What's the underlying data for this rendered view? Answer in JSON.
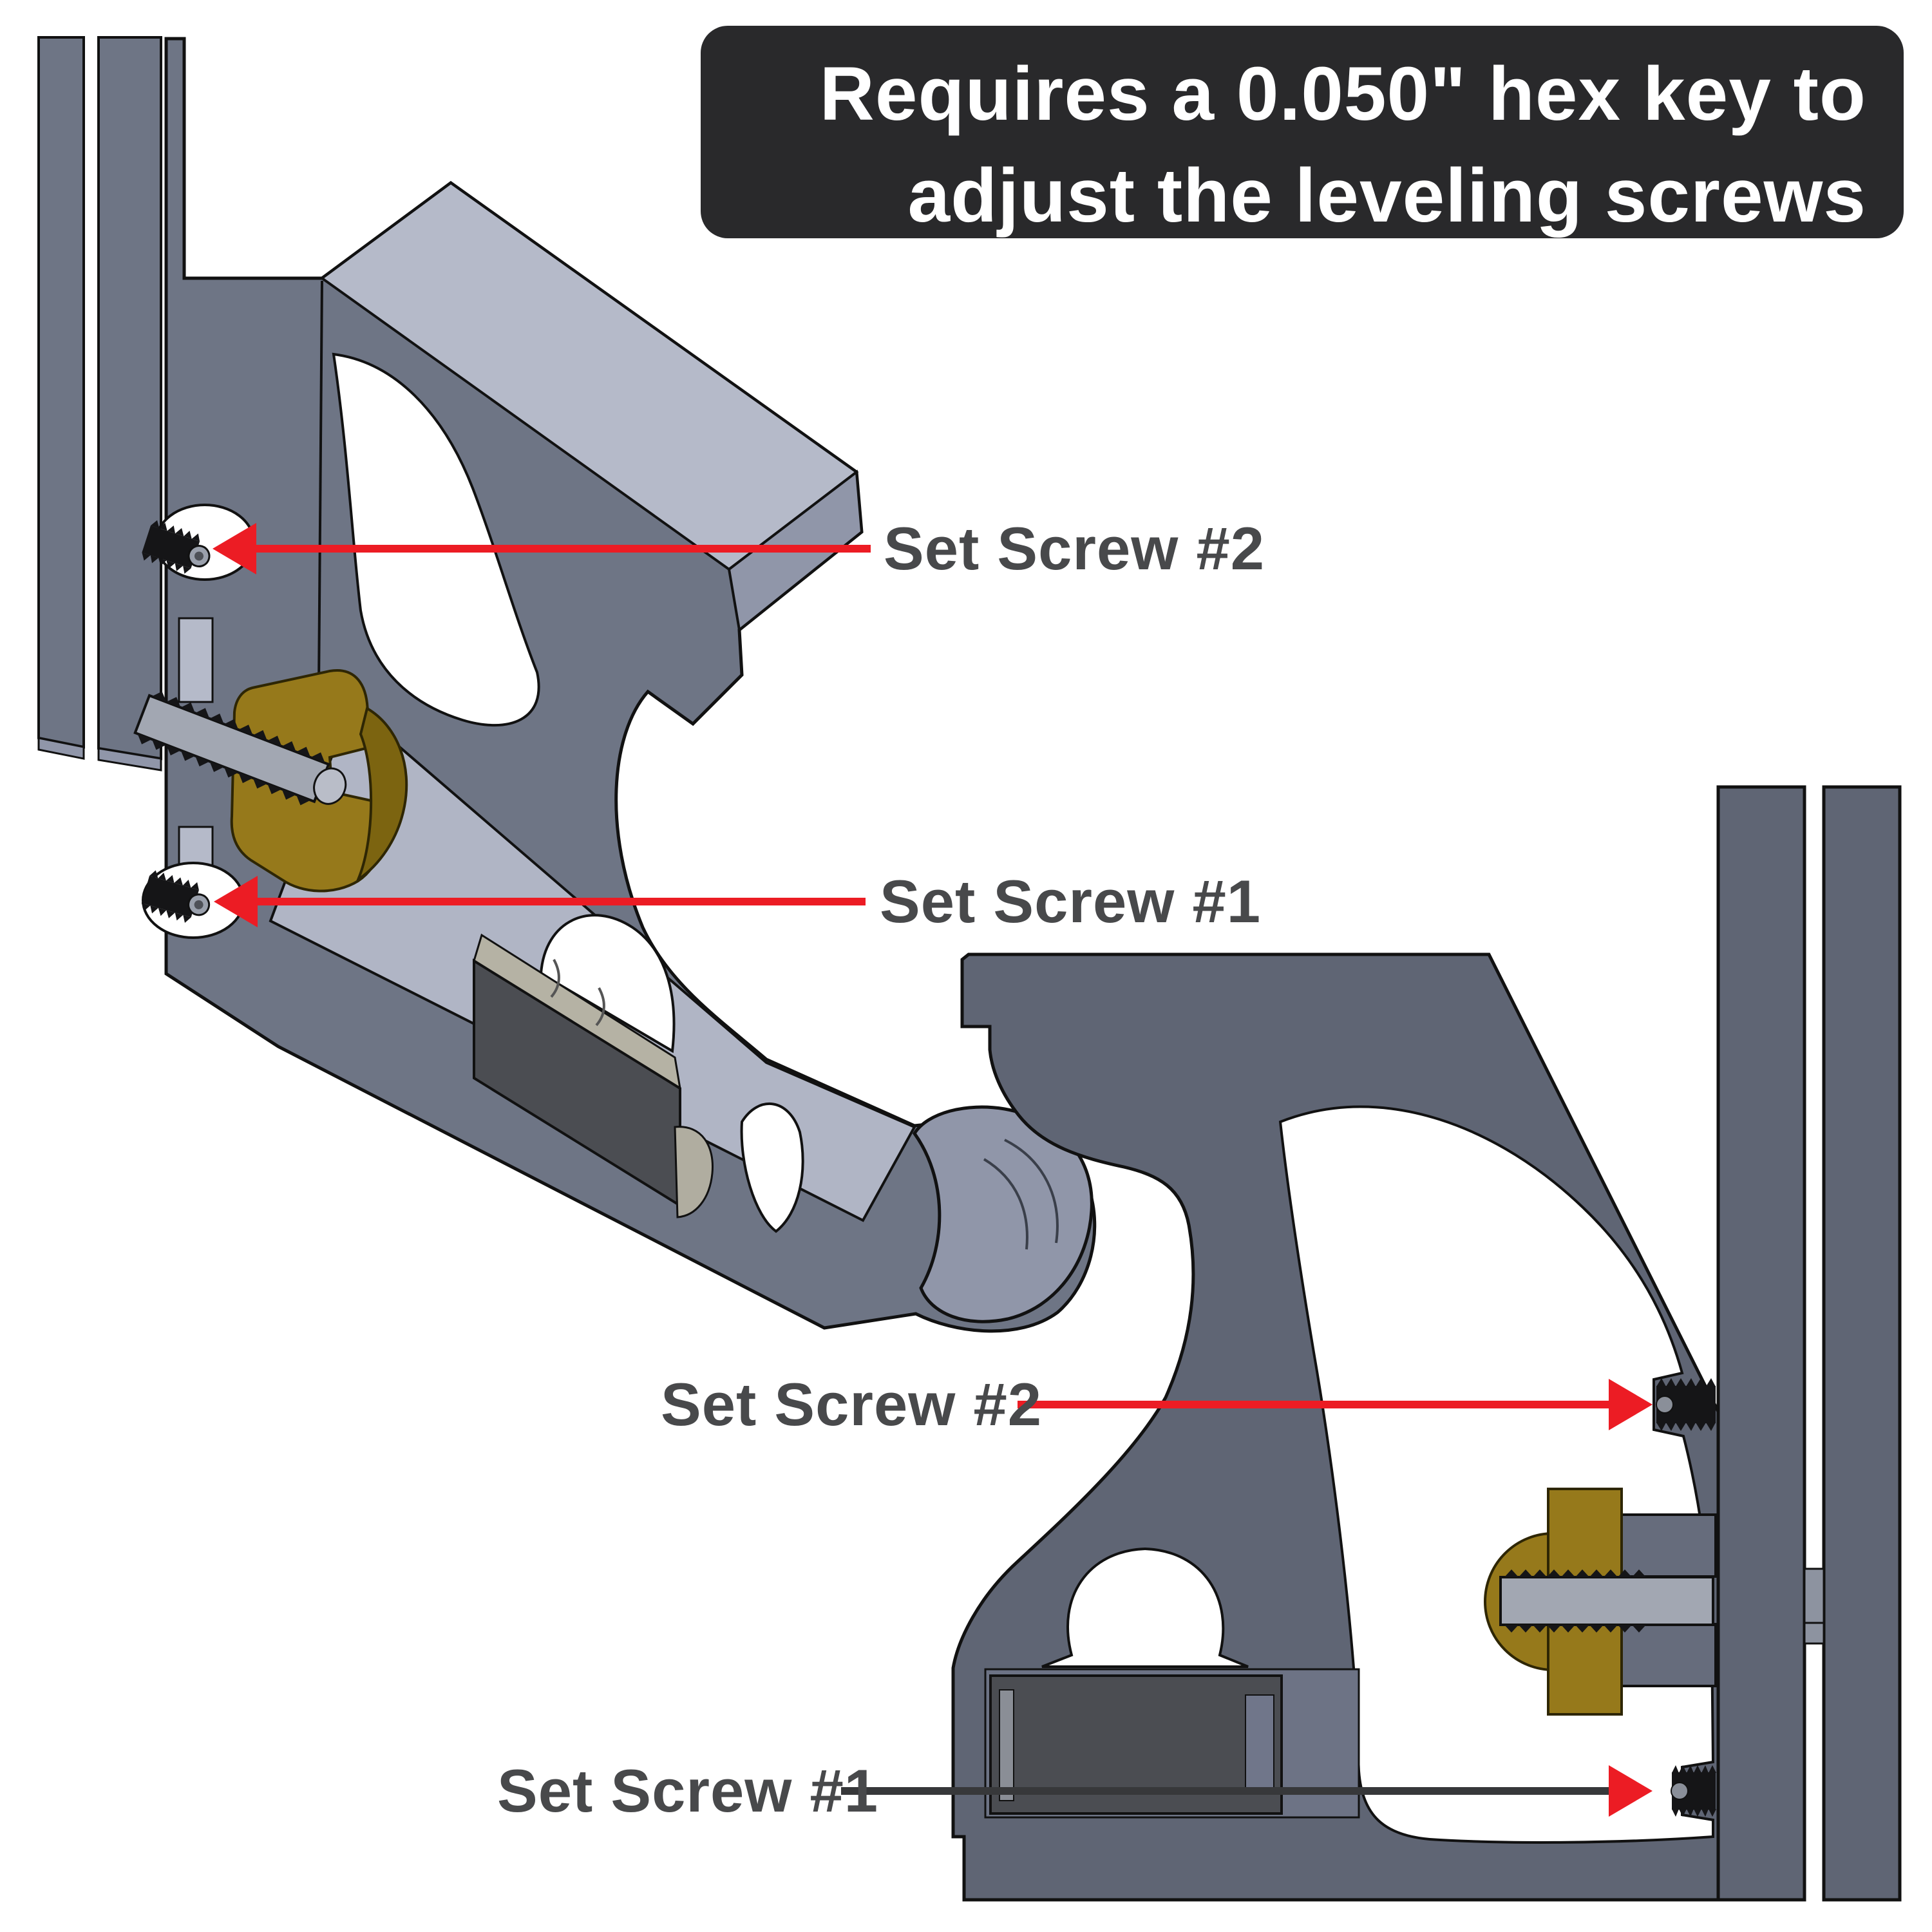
{
  "banner": {
    "line1": "Requires a 0.050\" hex key to",
    "line2": "adjust the leveling screws"
  },
  "labels": {
    "iso_set_screw_2": "Set Screw #2",
    "iso_set_screw_1": "Set Screw #1",
    "section_set_screw_2": "Set Screw #2",
    "section_set_screw_1": "Set Screw #1"
  },
  "colors": {
    "banner_bg": "#29292b",
    "banner_text": "#ffffff",
    "label_text": "#48494b",
    "arrow_red": "#ec1c24",
    "arrow_dark": "#37383a",
    "body_gray": "#6e7585",
    "body_gray_light": "#b5bac9",
    "body_gray_mid": "#9096a9",
    "section_gray": "#5f6574",
    "brass_gold": "#96791b",
    "brass_gold_dark": "#7c6410",
    "screw_black": "#151517",
    "bolt_gray": "#a2a7b2",
    "vial_dark": "#4b4d52",
    "vial_glass": "#b5b2a4",
    "background": "#ffffff"
  }
}
